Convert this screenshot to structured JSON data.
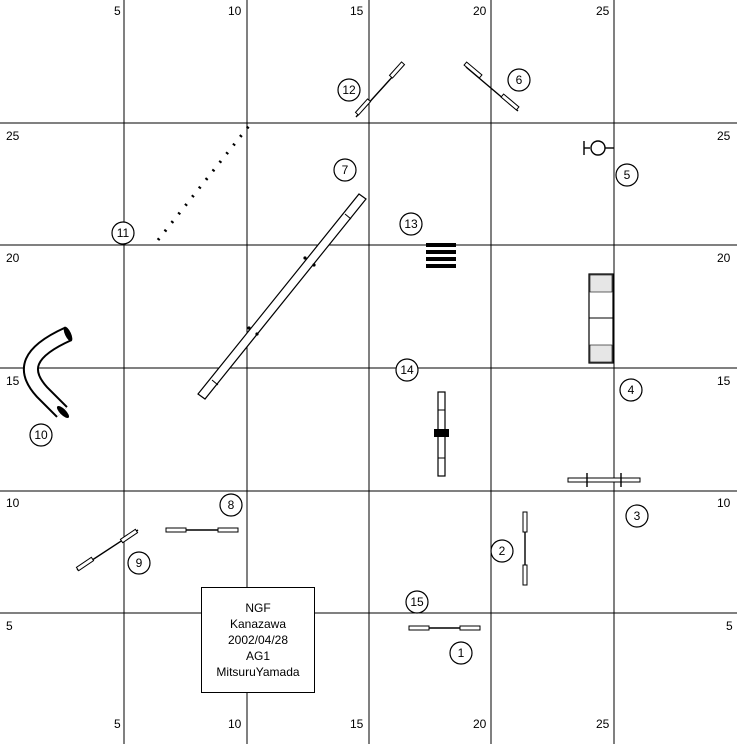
{
  "axis_labels": {
    "top": [
      "5",
      "10",
      "15",
      "20",
      "25"
    ],
    "bottom": [
      "5",
      "10",
      "15",
      "20",
      "25"
    ],
    "left": [
      "25",
      "20",
      "15",
      "10",
      "5"
    ],
    "right": [
      "25",
      "20",
      "15",
      "10",
      "5"
    ]
  },
  "obstacle_numbers": [
    "1",
    "2",
    "3",
    "4",
    "5",
    "6",
    "7",
    "8",
    "9",
    "10",
    "11",
    "12",
    "13",
    "14",
    "15"
  ],
  "info": {
    "line1": "NGF",
    "line2": "Kanazawa",
    "line3": "2002/04/28",
    "line4": "AG1",
    "line5": "MitsuruYamada"
  }
}
